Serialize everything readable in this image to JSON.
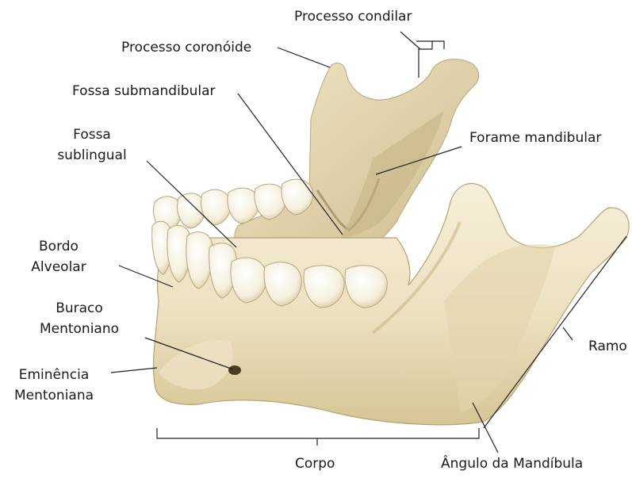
{
  "labels": {
    "processo_condilar": "Processo condilar",
    "processo_coronoide": "Processo coronóide",
    "fossa_submandibular": "Fossa submandibular",
    "fossa_sublingual": [
      "Fossa",
      "sublingual"
    ],
    "forame_mandibular": "Forame mandibular",
    "bordo_alveolar": [
      "Bordo",
      "Alveolar"
    ],
    "buraco_mentoniano": [
      "Buraco",
      "Mentoniano"
    ],
    "eminencia_mentoniana": [
      "Eminência",
      "Mentoniana"
    ],
    "ramo": "Ramo",
    "corpo": "Corpo",
    "angulo_mandibula": "Ângulo da Mandíbula"
  },
  "colors": {
    "bone_light": "#f4ecd4",
    "bone_mid": "#e6d9b4",
    "bone_shadow": "#c9b88a",
    "bone_dark": "#9c8b62",
    "tooth": "#fbf8ee",
    "line": "#222222"
  }
}
